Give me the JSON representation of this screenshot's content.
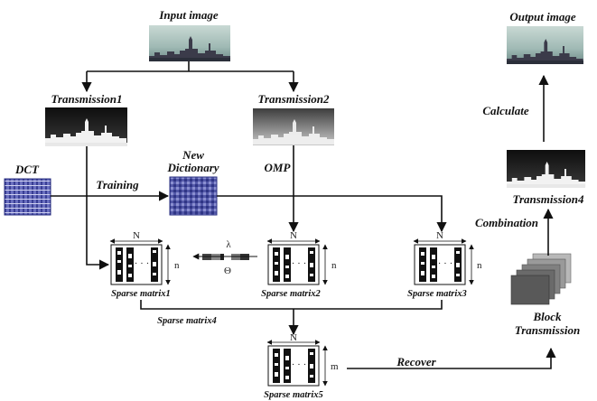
{
  "labels": {
    "input_image": "Input image",
    "output_image": "Output image",
    "transmission1": "Transmission1",
    "transmission2": "Transmission2",
    "transmission4": "Transmission4",
    "new_dictionary_line1": "New",
    "new_dictionary_line2": "Dictionary",
    "dct": "DCT",
    "training": "Training",
    "omp": "OMP",
    "calculate": "Calculate",
    "combination": "Combination",
    "block_line1": "Block",
    "block_line2": "Transmission",
    "recover": "Recover",
    "sparse1": "Sparse matrix1",
    "sparse2": "Sparse matrix2",
    "sparse3": "Sparse matrix3",
    "sparse4": "Sparse matrix4",
    "sparse5": "Sparse matrix5"
  },
  "symbols": {
    "N": "N",
    "n": "n",
    "m": "m",
    "lambda": "λ",
    "theta": "Θ",
    "ellipsis": "· · ·"
  },
  "colors": {
    "sky": "#9fb9b4",
    "city": "#3b3b4a",
    "dictionary": "#4a4fa0",
    "transmission_dark": "#1c1c1c",
    "block_gray": "#6a6a6a"
  }
}
